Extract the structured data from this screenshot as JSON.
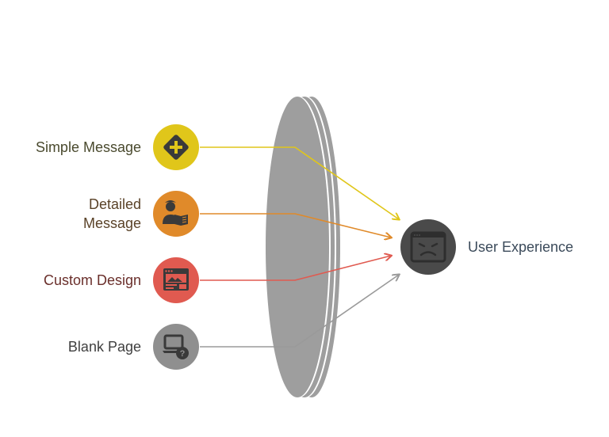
{
  "inputs": [
    {
      "label": "Simple Message",
      "color": "#e0c61a",
      "icon": "plus-diamond-icon"
    },
    {
      "label": "Detailed\nMessage",
      "color": "#e08a2a",
      "icon": "person-reading-icon"
    },
    {
      "label": "Custom Design",
      "color": "#e05a50",
      "icon": "webpage-layout-icon"
    },
    {
      "label": "Blank Page",
      "color": "#8f8f8f",
      "icon": "laptop-question-icon"
    }
  ],
  "target": {
    "label": "User Experience",
    "color": "#4a4a4a",
    "icon": "angry-browser-icon"
  },
  "lens_color": "#9e9e9e"
}
